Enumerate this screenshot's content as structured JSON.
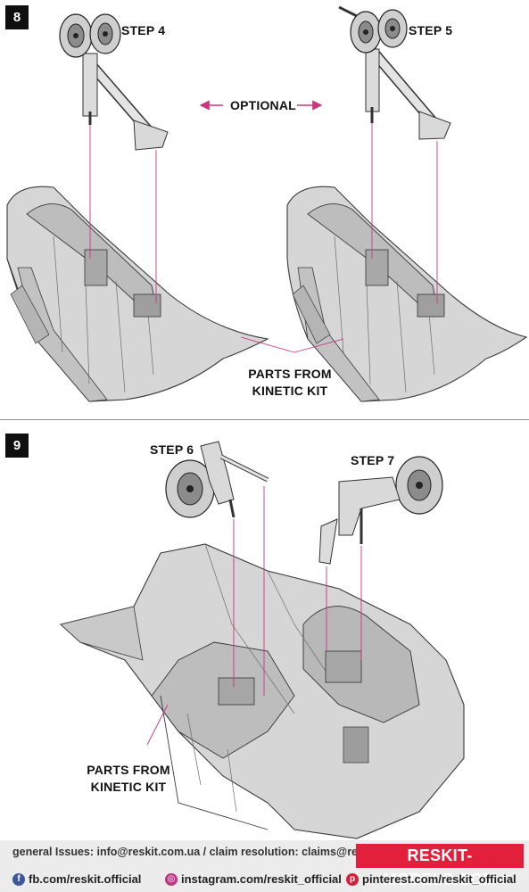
{
  "steps": {
    "step8_number": "8",
    "step9_number": "9",
    "step4_label": "STEP 4",
    "step5_label": "STEP 5",
    "step6_label": "STEP 6",
    "step7_label": "STEP 7",
    "optional_label": "OPTIONAL",
    "parts_from_kinetic_top_line1": "PARTS FROM",
    "parts_from_kinetic_top_line2": "KINETIC KIT",
    "parts_from_kinetic_bottom_line1": "PARTS FROM",
    "parts_from_kinetic_bottom_line2": "KINETIC KIT"
  },
  "colors": {
    "leader_line": "#c8387c",
    "optional_arrow": "#c8387c",
    "brand_bg": "#e3203b",
    "part_fill": "#d3d3d3",
    "part_stroke": "#3a3a3a"
  },
  "footer": {
    "contact_line": "general Issues: info@reskit.com.ua / claim resolution: claims@reskit.com.ua",
    "brand": "RESKIT-MODELS.COM",
    "facebook": "fb.com/reskit.official",
    "instagram": "instagram.com/reskit_official",
    "pinterest": "pinterest.com/reskit_official",
    "facebook_icon": "facebook-icon",
    "instagram_icon": "instagram-icon",
    "pinterest_icon": "pinterest-icon"
  }
}
